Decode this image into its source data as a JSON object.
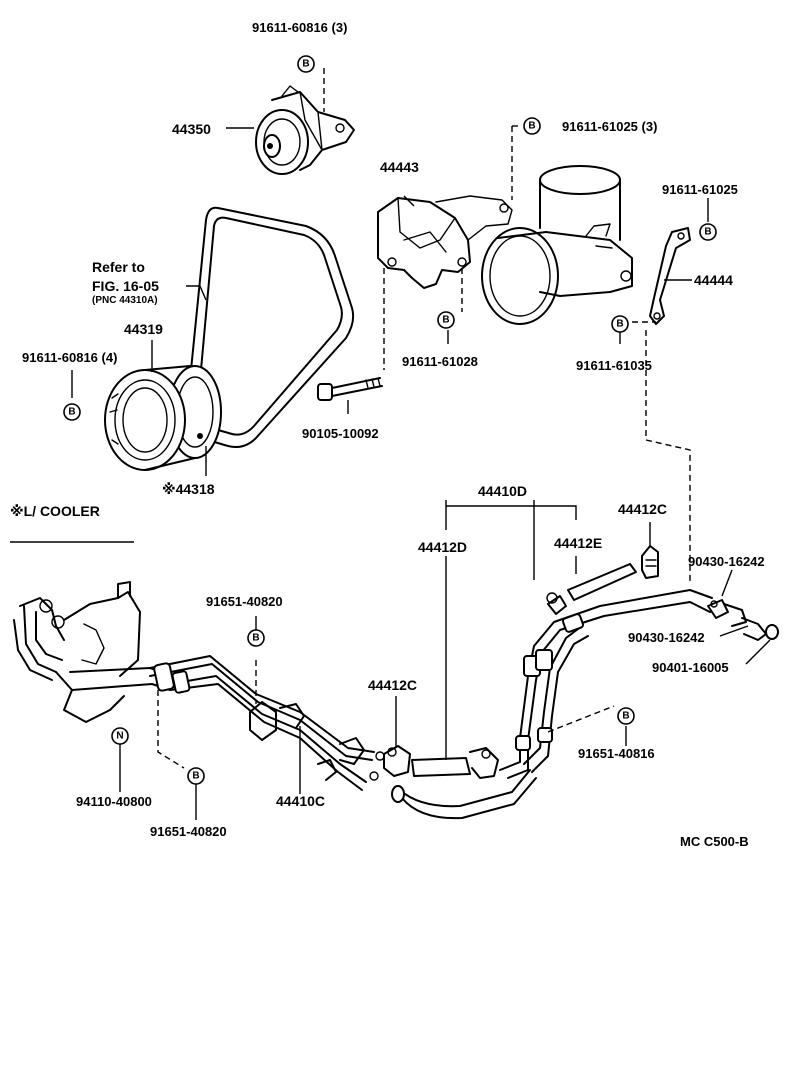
{
  "parts": {
    "p_91611_60816_3": "91611-60816 (3)",
    "p_44350": "44350",
    "p_91611_61025_3": "91611-61025 (3)",
    "p_44443": "44443",
    "p_91611_61025": "91611-61025",
    "p_44444": "44444",
    "refer_line1": "Refer to",
    "refer_line2": "FIG. 16-05",
    "refer_line3": "(PNC 44310A)",
    "p_44319": "44319",
    "p_91611_60816_4": "91611-60816 (4)",
    "p_91611_61028": "91611-61028",
    "p_91611_61035": "91611-61035",
    "p_90105_10092": "90105-10092",
    "p_44318": "※44318",
    "l_cooler": "※L/ COOLER",
    "p_44410D": "44410D",
    "p_44412D": "44412D",
    "p_44412E": "44412E",
    "p_44412C_top": "44412C",
    "p_90430_16242_a": "90430-16242",
    "p_90430_16242_b": "90430-16242",
    "p_90401_16005": "90401-16005",
    "p_91651_40820_top": "91651-40820",
    "p_44412C_mid": "44412C",
    "p_91651_40816": "91651-40816",
    "p_94110_40800": "94110-40800",
    "p_44410C": "44410C",
    "p_91651_40820_bot": "91651-40820",
    "code": "MC  C500-B"
  },
  "badges": {
    "b": "B",
    "n": "N"
  }
}
